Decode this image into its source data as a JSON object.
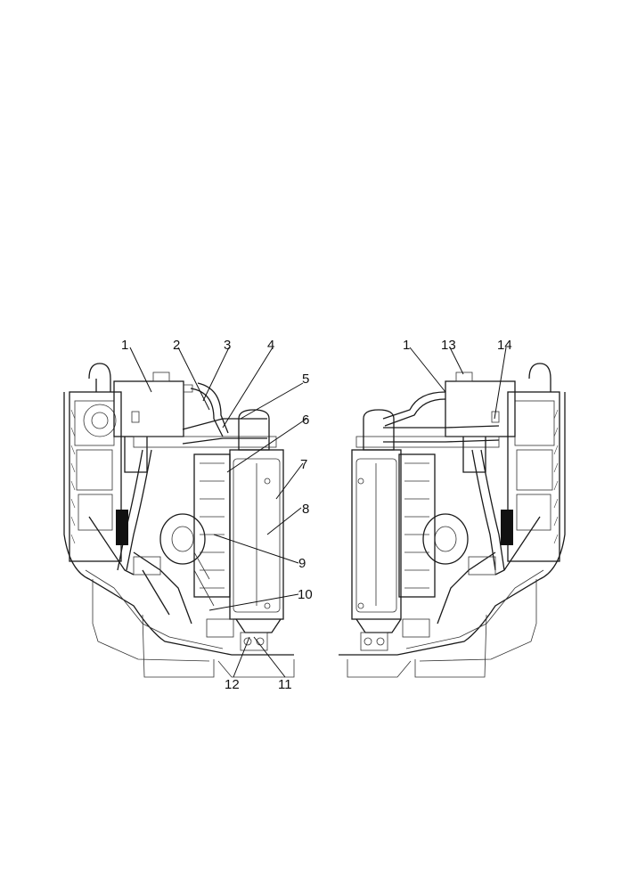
{
  "callouts": {
    "left": [
      {
        "id": "c1",
        "label": "1"
      },
      {
        "id": "c2",
        "label": "2"
      },
      {
        "id": "c3",
        "label": "3"
      },
      {
        "id": "c4",
        "label": "4"
      },
      {
        "id": "c5",
        "label": "5"
      },
      {
        "id": "c6",
        "label": "6"
      },
      {
        "id": "c7",
        "label": "7"
      },
      {
        "id": "c8",
        "label": "8"
      },
      {
        "id": "c9",
        "label": "9"
      },
      {
        "id": "c10",
        "label": "10"
      },
      {
        "id": "c11",
        "label": "11"
      },
      {
        "id": "c12",
        "label": "12"
      }
    ],
    "right": [
      {
        "id": "r1",
        "label": "1"
      },
      {
        "id": "r13",
        "label": "13"
      },
      {
        "id": "r14",
        "label": "14"
      }
    ]
  }
}
